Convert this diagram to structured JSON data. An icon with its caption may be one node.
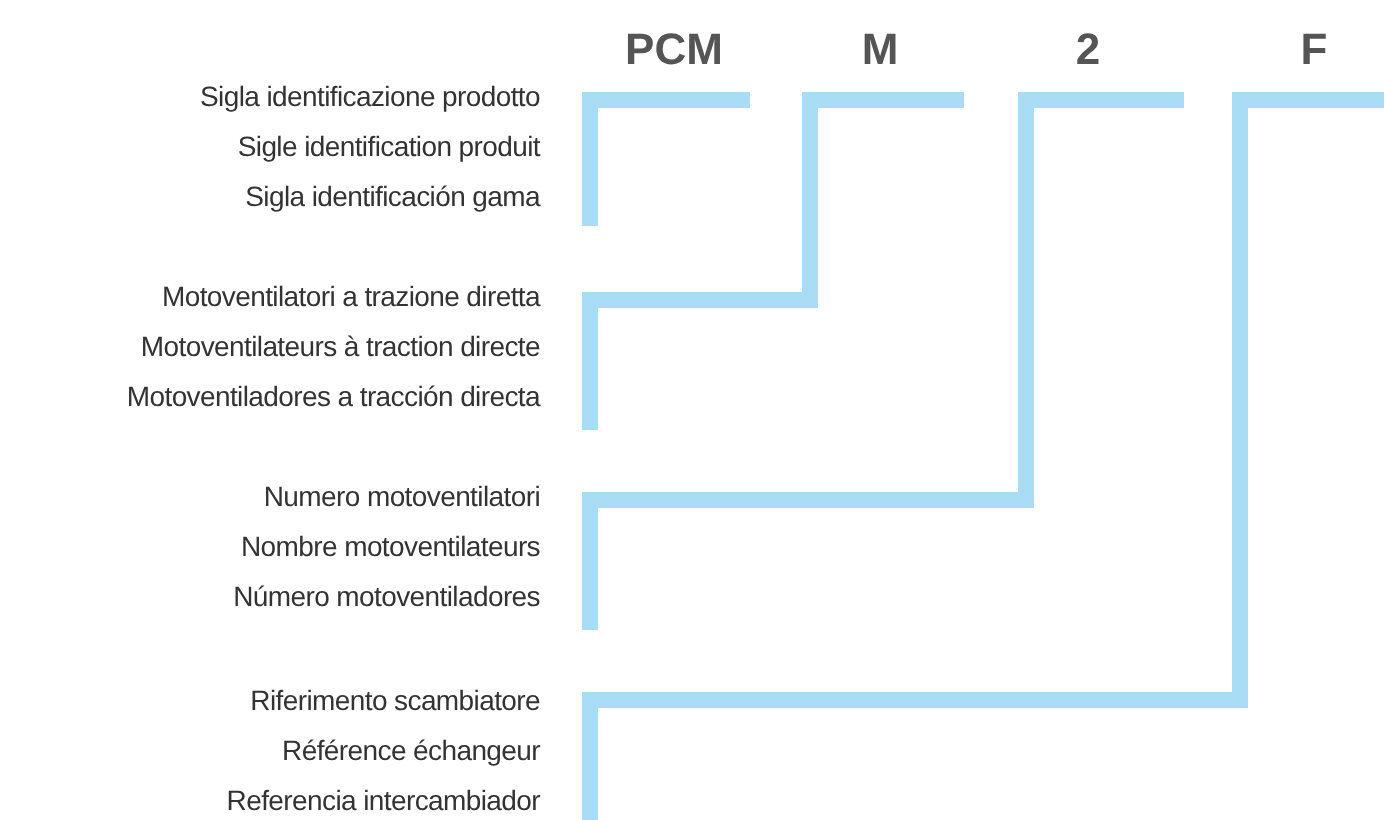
{
  "diagram": {
    "nodes": [
      {
        "text": [
          "PCM"
        ]
      },
      {
        "text": [
          "M"
        ]
      },
      {
        "text": [
          "2"
        ]
      },
      {
        "text": [
          "F"
        ]
      },
      {
        "text": [
          "Sigla identificazione prodotto",
          "Sigle identification produit",
          "Sigla identificación gama"
        ]
      },
      {
        "text": [
          "Motoventilatori a trazione diretta",
          "Motoventilateurs à traction directe",
          "Motoventiladores a tracción directa"
        ]
      },
      {
        "text": [
          "Numero motoventilatori",
          "Nombre motoventilateurs",
          "Número motoventiladores"
        ]
      },
      {
        "text": [
          "Riferimento scambiatore",
          "Référence échangeur",
          "Referencia intercambiador"
        ]
      }
    ],
    "edges": [
      {
        "from": 0,
        "to": 4,
        "arrow": "none"
      },
      {
        "from": 1,
        "to": 5,
        "arrow": "none"
      },
      {
        "from": 2,
        "to": 6,
        "arrow": "none"
      },
      {
        "from": 3,
        "to": 7,
        "arrow": "none"
      }
    ]
  }
}
